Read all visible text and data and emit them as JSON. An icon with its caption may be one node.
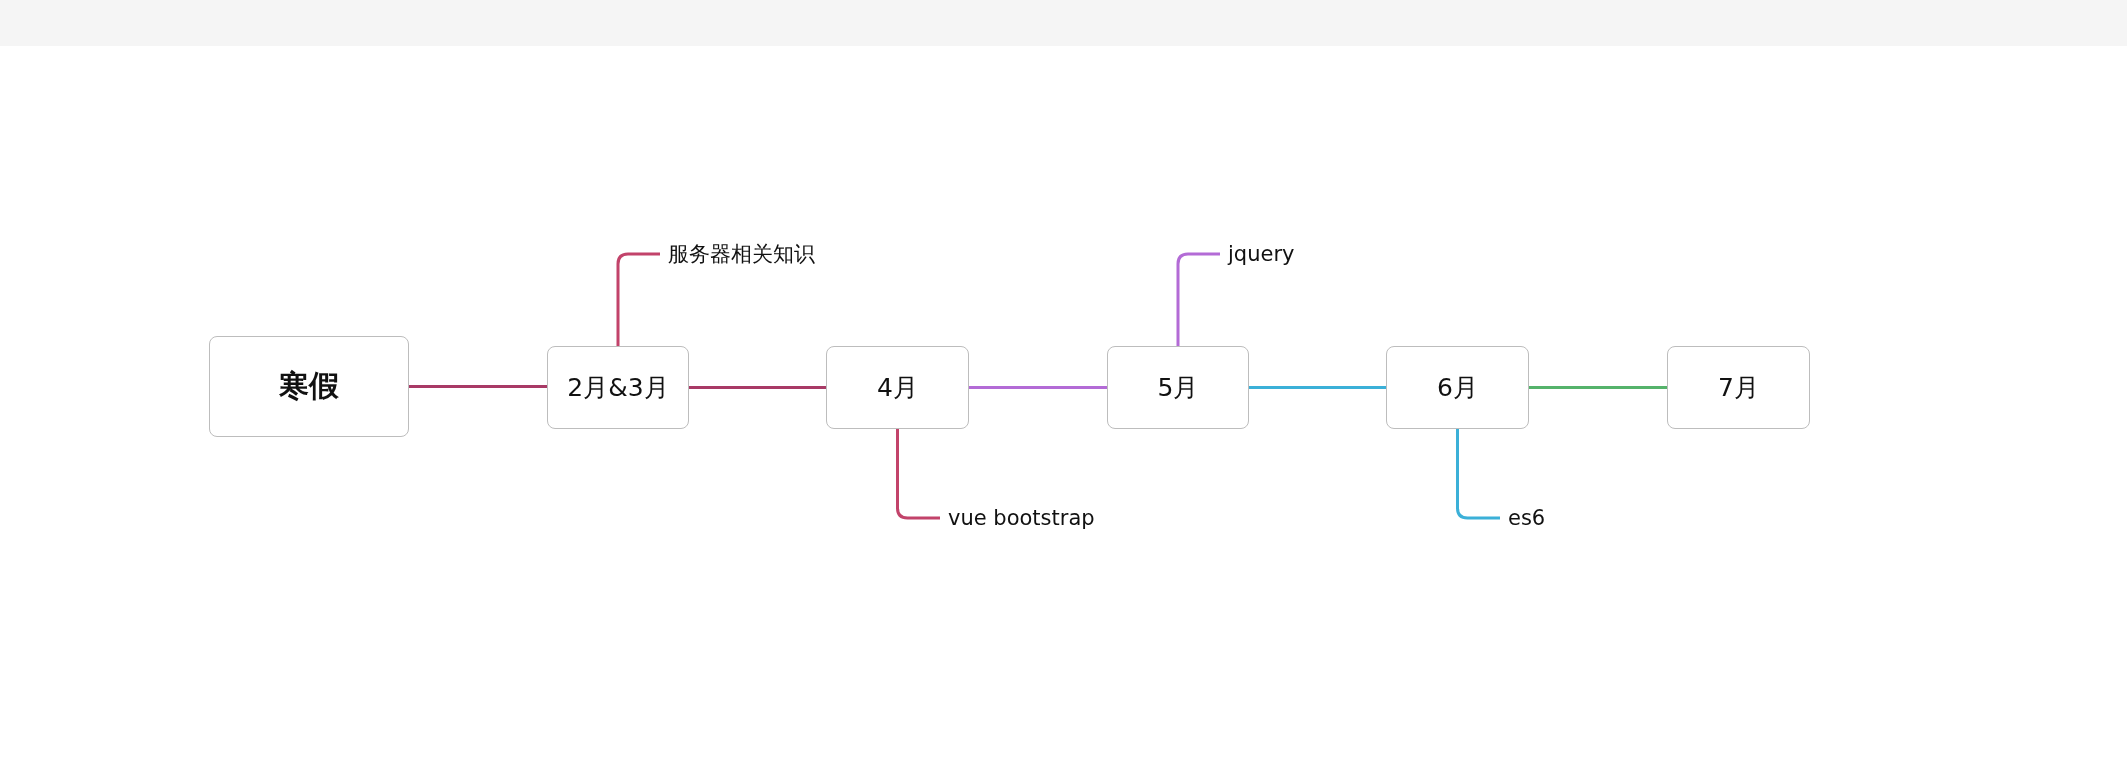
{
  "diagram": {
    "nodes": [
      {
        "text": [
          "寒假"
        ]
      },
      {
        "text": [
          "2月&3月"
        ]
      },
      {
        "text": [
          "4月"
        ]
      },
      {
        "text": [
          "5月"
        ]
      },
      {
        "text": [
          "6月"
        ]
      },
      {
        "text": [
          "7月"
        ]
      },
      {
        "text": [
          "服务器相关知识"
        ]
      },
      {
        "text": [
          "vue bootstrap"
        ]
      },
      {
        "text": [
          "jquery"
        ]
      },
      {
        "text": [
          "es6"
        ]
      }
    ],
    "edges": [
      {
        "from": 0,
        "to": 1,
        "arrow": "none",
        "color": "#a83a66"
      },
      {
        "from": 1,
        "to": 2,
        "arrow": "none",
        "color": "#a83a66"
      },
      {
        "from": 2,
        "to": 3,
        "arrow": "none",
        "color": "#b36bd6"
      },
      {
        "from": 3,
        "to": 4,
        "arrow": "none",
        "color": "#3bb0d8"
      },
      {
        "from": 4,
        "to": 5,
        "arrow": "none",
        "color": "#55b36b"
      },
      {
        "from": 1,
        "to": 6,
        "arrow": "none",
        "color": "#c2436a"
      },
      {
        "from": 2,
        "to": 7,
        "arrow": "none",
        "color": "#c2436a"
      },
      {
        "from": 3,
        "to": 8,
        "arrow": "none",
        "color": "#b36bd6"
      },
      {
        "from": 4,
        "to": 9,
        "arrow": "none",
        "color": "#3bb0d8"
      }
    ]
  }
}
